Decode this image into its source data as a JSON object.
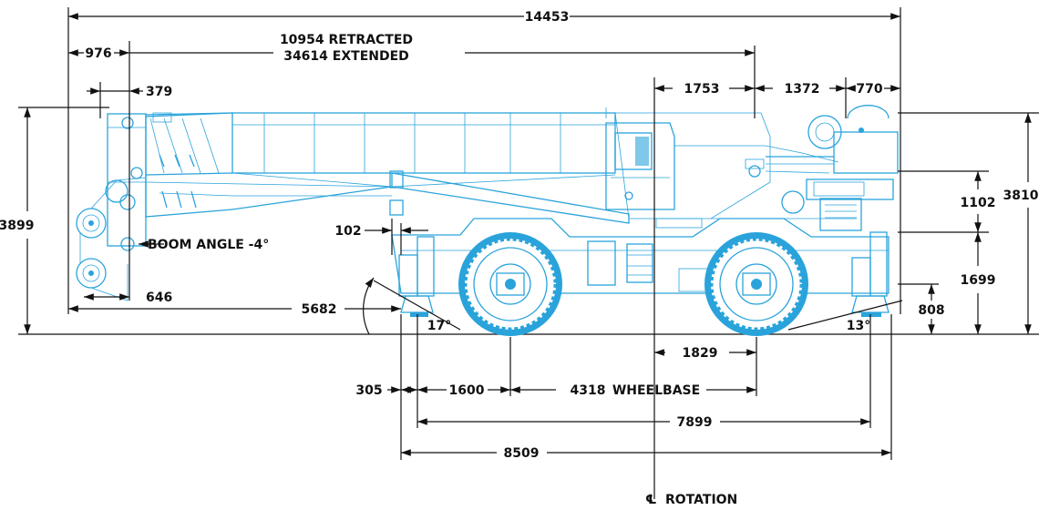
{
  "diagram": {
    "labels": {
      "overall_length": "14453",
      "boom_length": "10954 RETRACTED",
      "boom_length_ext": "34614 EXTENDED",
      "front_overhang": "976",
      "boom_tip_offset": "379",
      "boom_angle": "BOOM ANGLE -4°",
      "sheave_width": "646",
      "height_boom": "3899",
      "boom_to_rotation": "5682",
      "outrigger_offset": "102",
      "approach_angle": "17°",
      "departure_angle": "13°",
      "rotation_to_cab": "1753",
      "cab_to_counterweight": "1372",
      "counterweight_tail": "770",
      "counterweight_height": "1102",
      "overall_height": "3810",
      "deck_height": "1699",
      "ground_clearance": "808",
      "rotation_to_rear_axle": "1829",
      "front_outrigger": "305",
      "front_axle_offset": "1600",
      "wheelbase": "4318",
      "wheelbase_label": "WHEELBASE",
      "outrigger_span": "7899",
      "overall_width": "8509",
      "centerline_symbol": "℄",
      "centerline_label": "ROTATION"
    },
    "colors": {
      "crane": "#2aa3db",
      "dimension": "#111111"
    }
  }
}
